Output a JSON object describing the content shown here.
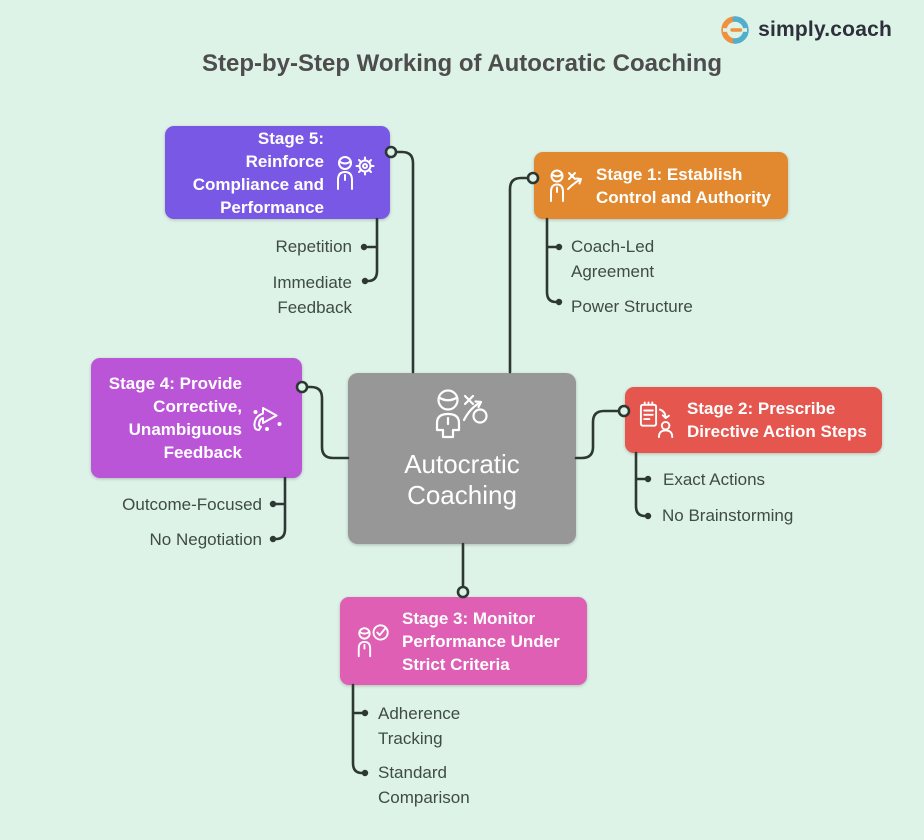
{
  "logo": {
    "text": "simply.coach",
    "icon": "simply-coach-logo-icon",
    "colors": {
      "orange": "#f0913f",
      "teal": "#53aecb"
    }
  },
  "title": "Step-by-Step Working of Autocratic Coaching",
  "center": {
    "label": "Autocratic Coaching",
    "color": "#979797",
    "icon": "coach-strategy-icon"
  },
  "colors": {
    "background": "#def3e8",
    "connector_line": "#2d3832",
    "sub_item_text": "#3e4c45",
    "title_text": "#4d4d4d"
  },
  "stages": [
    {
      "label": "Stage 1: Establish Control and Authority",
      "color": "#e2892f",
      "icon": "person-strategy-icon",
      "items": [
        "Coach-Led Agreement",
        "Power Structure"
      ]
    },
    {
      "label": "Stage 2: Prescribe Directive Action Steps",
      "color": "#e4564e",
      "icon": "clipboard-assign-icon",
      "items": [
        "Exact Actions",
        "No Brainstorming"
      ]
    },
    {
      "label": "Stage 3: Monitor Performance Under Strict Criteria",
      "color": "#de5fb3",
      "icon": "person-check-icon",
      "items": [
        "Adherence Tracking",
        "Standard Comparison"
      ]
    },
    {
      "label": "Stage 4: Provide Corrective, Unambiguous Feedback",
      "color": "#ba55d8",
      "icon": "feedback-arrow-icon",
      "items": [
        "Outcome-Focused",
        "No Negotiation"
      ]
    },
    {
      "label": "Stage 5: Reinforce Compliance and Performance",
      "color": "#7a58e6",
      "icon": "person-gear-icon",
      "items": [
        "Repetition",
        "Immediate Feedback"
      ]
    }
  ]
}
